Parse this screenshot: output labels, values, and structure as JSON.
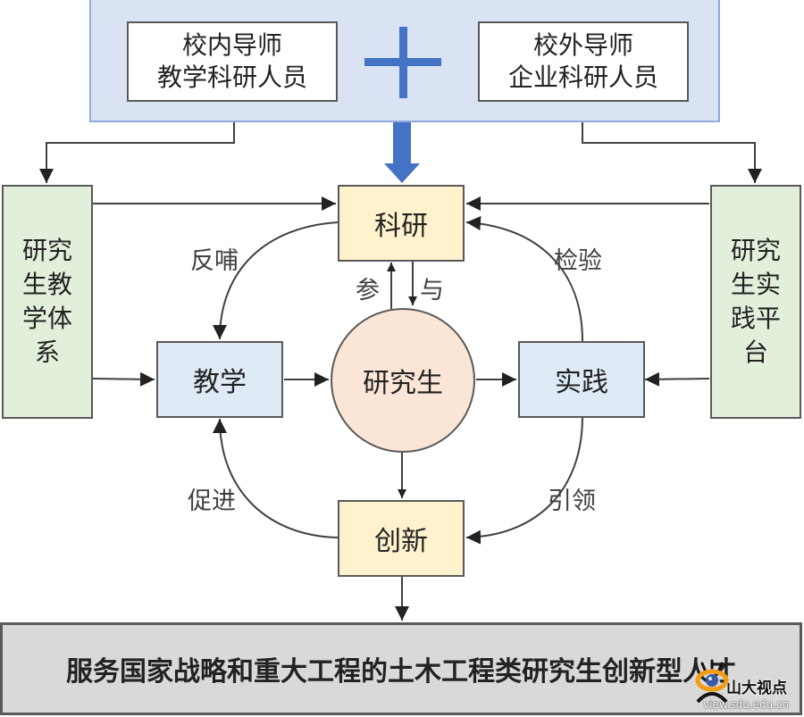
{
  "diagram": {
    "mentors": {
      "internal": {
        "line1": "校内导师",
        "line2": "教学科研人员"
      },
      "external": {
        "line1": "校外导师",
        "line2": "企业科研人员"
      },
      "plus_symbol": "plus"
    },
    "nodes": {
      "research": "科研",
      "teaching": "教学",
      "practice": "实践",
      "innovation": "创新",
      "student": "研究生",
      "teaching_system": "研究生教学体系",
      "practice_platform": "研究生实践平台"
    },
    "edge_labels": {
      "feedback": "反哺",
      "verify": "检验",
      "promote": "促进",
      "lead": "引领",
      "participate_1": "参",
      "participate_2": "与"
    },
    "goal": "服务国家战略和重大工程的土木工程类研究生创新型人才",
    "colors": {
      "top_container": "#dae3f3",
      "top_border": "#8faadc",
      "accent_blue": "#4472c4",
      "yellow_node": "#fff2cc",
      "blue_node": "#deebf7",
      "green_node": "#e2efda",
      "circle_node": "#fbe5d6",
      "goal_bar": "#d9d9d9",
      "line": "#404040"
    }
  },
  "watermark": {
    "name": "山大视点",
    "url": "view.sdu.edu.cn",
    "logo_icon": "eye-logo-icon"
  }
}
